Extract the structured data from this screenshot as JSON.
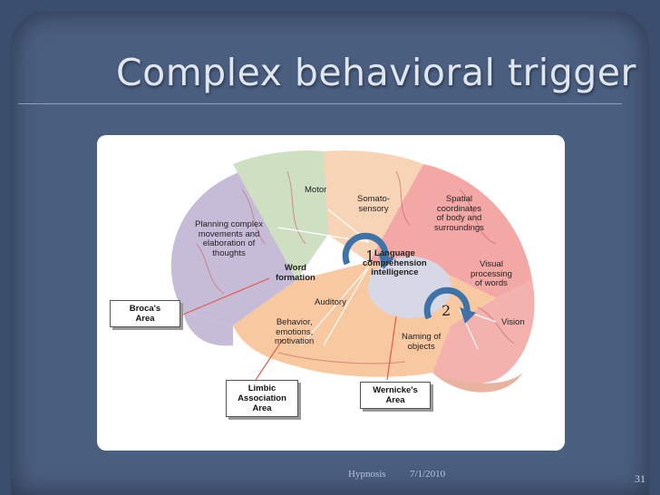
{
  "slide": {
    "title": "Complex behavioral trigger",
    "page_number": "31"
  },
  "footer": {
    "topic": "Hypnosis",
    "date": "7/1/2010"
  },
  "diagram": {
    "regions": {
      "motor": "Motor",
      "somatosensory": "Somato-\nsensory",
      "spatial": "Spatial\ncoordinates\nof body and\nsurroundings",
      "planning": "Planning complex\nmovements and\nelaboration of\nthoughts",
      "word_formation": "Word\nformation",
      "language": "Language\ncomprehension\nintelligence",
      "visual_processing": "Visual\nprocessing\nof words",
      "auditory": "Auditory",
      "behavior": "Behavior,\nemotions,\nmotivation",
      "naming": "Naming of\nobjects",
      "vision": "Vision"
    },
    "callouts": {
      "broca": "Broca's\nArea",
      "limbic": "Limbic\nAssociation\nArea",
      "wernicke": "Wernicke's\nArea"
    },
    "steps": [
      "1",
      "2"
    ],
    "colors": {
      "frontal": "#c7bcd8",
      "motor": "#cfe0c2",
      "somato": "#f7d4b6",
      "parietal": "#f3a8a6",
      "occipital": "#f3b2ae",
      "temporal": "#f8c9a0",
      "wernicke": "#d6d8e6",
      "step_arrow": "#3f73a8"
    }
  }
}
